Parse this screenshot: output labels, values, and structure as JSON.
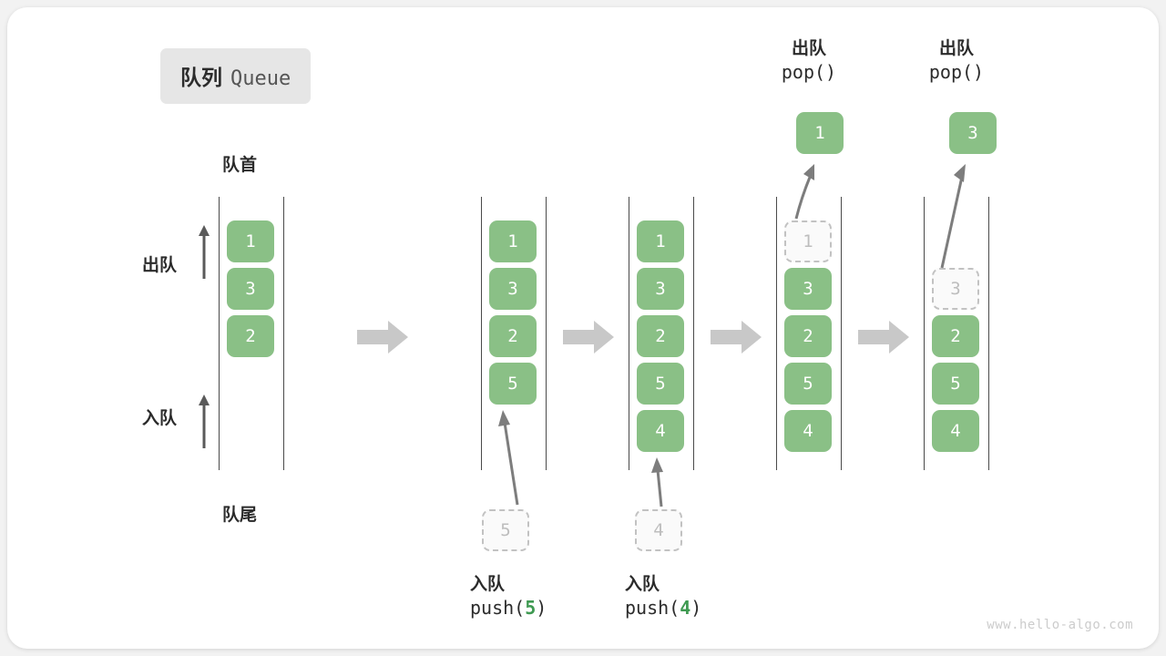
{
  "title": {
    "cn": "队列",
    "en": "Queue"
  },
  "labels": {
    "front": "队首",
    "rear": "队尾",
    "dequeue_side": "出队",
    "enqueue_side": "入队"
  },
  "watermark": "www.hello-algo.com",
  "colors": {
    "cell_green": "#8ac086",
    "ghost_border": "#c2c2c2",
    "rail": "#4a4a4a",
    "accent_number": "#3f9a52",
    "transition_arrow": "#c8c8c8",
    "badge_bg": "#e6e6e6"
  },
  "columns": [
    {
      "id": "state-initial",
      "cells": [
        {
          "value": "1",
          "ghost": false
        },
        {
          "value": "3",
          "ghost": false
        },
        {
          "value": "2",
          "ghost": false
        }
      ]
    },
    {
      "id": "state-after-push-5",
      "cells": [
        {
          "value": "1",
          "ghost": false
        },
        {
          "value": "3",
          "ghost": false
        },
        {
          "value": "2",
          "ghost": false
        },
        {
          "value": "5",
          "ghost": false
        }
      ]
    },
    {
      "id": "state-after-push-4",
      "cells": [
        {
          "value": "1",
          "ghost": false
        },
        {
          "value": "3",
          "ghost": false
        },
        {
          "value": "2",
          "ghost": false
        },
        {
          "value": "5",
          "ghost": false
        },
        {
          "value": "4",
          "ghost": false
        }
      ]
    },
    {
      "id": "state-after-pop-1",
      "cells": [
        {
          "value": "1",
          "ghost": true
        },
        {
          "value": "3",
          "ghost": false
        },
        {
          "value": "2",
          "ghost": false
        },
        {
          "value": "5",
          "ghost": false
        },
        {
          "value": "4",
          "ghost": false
        }
      ]
    },
    {
      "id": "state-after-pop-3",
      "cells": [
        {
          "value": "",
          "ghost": null
        },
        {
          "value": "3",
          "ghost": true
        },
        {
          "value": "2",
          "ghost": false
        },
        {
          "value": "5",
          "ghost": false
        },
        {
          "value": "4",
          "ghost": false
        }
      ]
    }
  ],
  "operations": {
    "push5": {
      "ghost_value": "5",
      "caption_cn": "入队",
      "code_prefix": "push(",
      "code_value": "5",
      "code_suffix": ")"
    },
    "push4": {
      "ghost_value": "4",
      "caption_cn": "入队",
      "code_prefix": "push(",
      "code_value": "4",
      "code_suffix": ")"
    },
    "pop1": {
      "caption_cn": "出队",
      "code": "pop()",
      "result_value": "1"
    },
    "pop3": {
      "caption_cn": "出队",
      "code": "pop()",
      "result_value": "3"
    }
  }
}
